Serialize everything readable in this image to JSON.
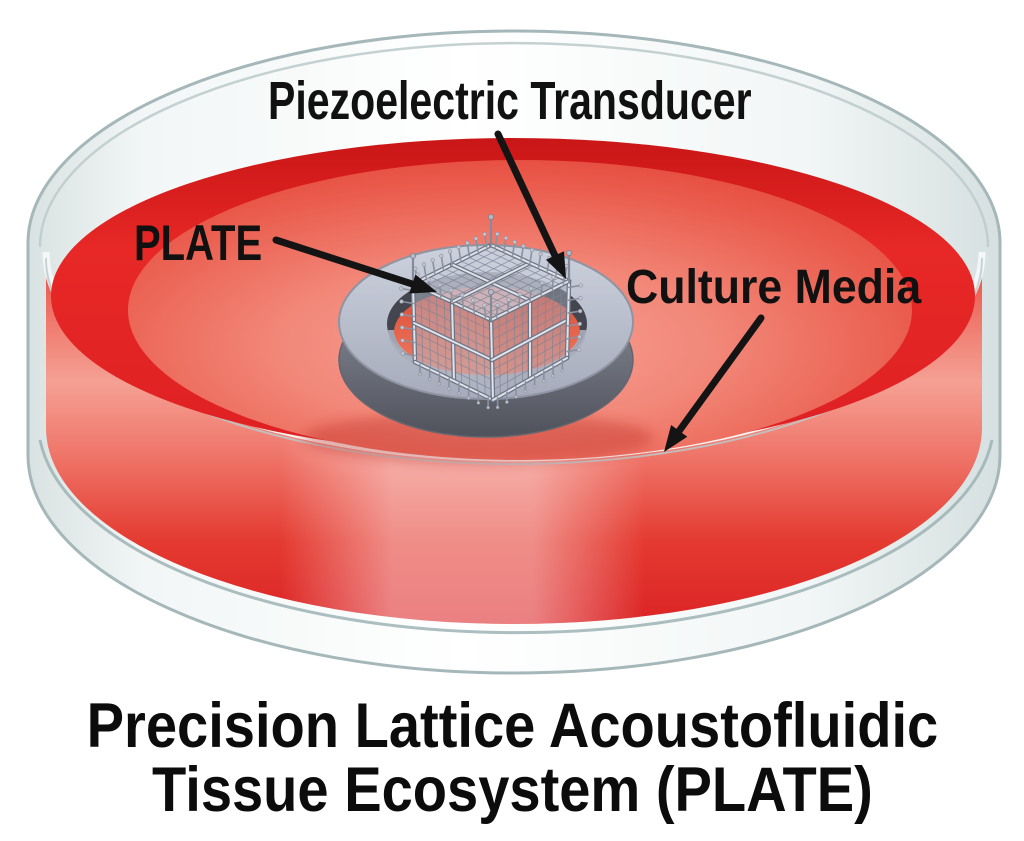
{
  "figure": {
    "annotations": {
      "transducer_label": "Piezoelectric Transducer",
      "plate_label": "PLATE",
      "media_label": "Culture Media"
    },
    "caption": {
      "line1": "Precision Lattice Acoustofluidic",
      "line2": "Tissue Ecosystem (PLATE)"
    },
    "colors": {
      "media_red": "#e02123",
      "media_surface_salmon": "#f08577",
      "transducer_ring_gray": "#b4bac9",
      "dish_glass": "#eef3f3",
      "label_text": "#111111",
      "background": "#ffffff"
    }
  }
}
